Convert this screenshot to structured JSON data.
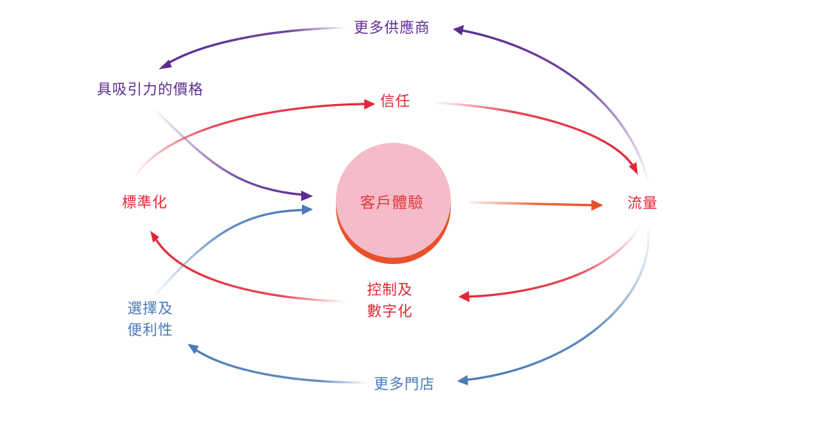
{
  "colors": {
    "purple": "#5c2d91",
    "red": "#e32636",
    "blue": "#4a7ab8",
    "orange": "#e8512a",
    "center_fill": "#f4bcc8",
    "center_rim": "#e8512a"
  },
  "center": {
    "label": "客戶體驗"
  },
  "nodes": {
    "more_suppliers": "更多供應商",
    "attractive_price": "具吸引力的價格",
    "trust": "信任",
    "standardization": "標準化",
    "traffic": "流量",
    "control_line1": "控制及",
    "control_line2": "數字化",
    "choice_line1": "選擇及",
    "choice_line2": "便利性",
    "more_stores": "更多門店"
  }
}
